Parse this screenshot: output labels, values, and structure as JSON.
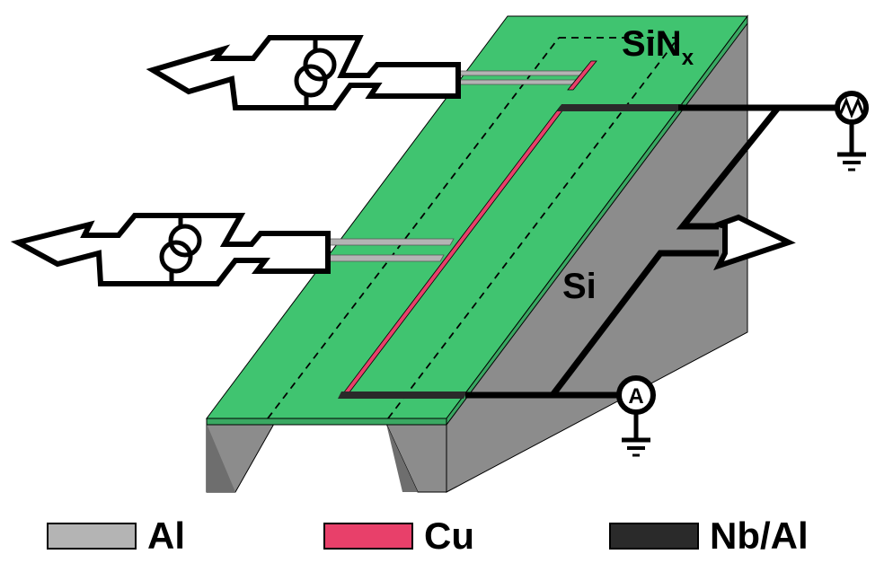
{
  "labels": {
    "membrane": "SiN",
    "membrane_subscript": "x",
    "substrate": "Si",
    "ammeter_symbol": "A"
  },
  "legend": [
    {
      "label": "Al",
      "color": "#b4b4b4"
    },
    {
      "label": "Cu",
      "color": "#e8406a"
    },
    {
      "label": "Nb/Al",
      "color": "#2a2a2a"
    }
  ],
  "colors": {
    "membrane": "#40c470",
    "substrate_side": "#8c8c8c",
    "substrate_dark": "#6e6e6e",
    "copper": "#e8406a",
    "aluminium": "#b4b4b4",
    "niobium": "#2a2a2a"
  },
  "icons": [
    "current-source-icon",
    "ac-source-icon",
    "ammeter-icon",
    "ground-icon",
    "arrow-icon"
  ]
}
